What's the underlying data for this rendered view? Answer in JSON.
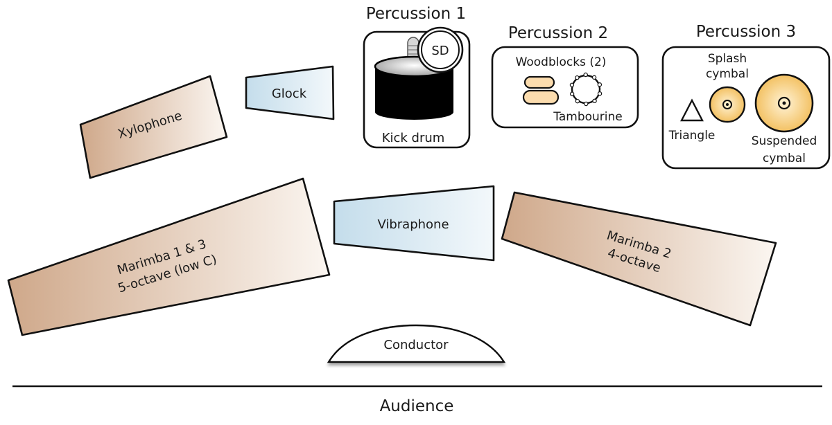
{
  "diagram": {
    "title": "Percussion ensemble stage setup",
    "colors": {
      "wood_dark": "#cfa88a",
      "wood_light": "#fbf6f1",
      "metal_dark": "#c4ddeb",
      "metal_light": "#f3f8fb",
      "cymbal_center": "#fff3d6",
      "cymbal_edge": "#f3c163",
      "woodblock": "#fbdcae",
      "outline": "#111111"
    },
    "instruments": {
      "xylophone": {
        "label": "Xylophone",
        "type": "keyboard-wood"
      },
      "glock": {
        "label": "Glock",
        "type": "keyboard-metal"
      },
      "vibraphone": {
        "label": "Vibraphone",
        "type": "keyboard-metal"
      },
      "marimba_1_3": {
        "label_line1": "Marimba 1 & 3",
        "label_line2": "5-octave (low C)",
        "type": "keyboard-wood"
      },
      "marimba_2": {
        "label_line1": "Marimba 2",
        "label_line2": "4-octave",
        "type": "keyboard-wood"
      }
    },
    "stations": {
      "percussion1": {
        "title": "Percussion 1",
        "snare_label": "SD",
        "kick_label": "Kick drum"
      },
      "percussion2": {
        "title": "Percussion 2",
        "woodblocks_label": "Woodblocks (2)",
        "woodblocks_count": 2,
        "tambourine_label": "Tambourine"
      },
      "percussion3": {
        "title": "Percussion 3",
        "splash_line1": "Splash",
        "splash_line2": "cymbal",
        "triangle_label": "Triangle",
        "suspended_line1": "Suspended",
        "suspended_line2": "cymbal"
      }
    },
    "conductor": {
      "label": "Conductor"
    },
    "audience": {
      "label": "Audience"
    }
  }
}
